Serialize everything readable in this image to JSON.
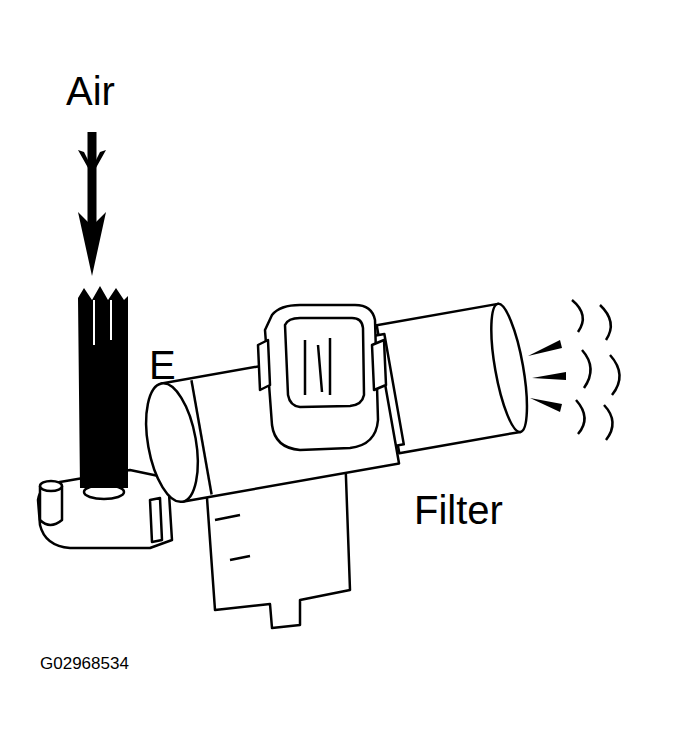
{
  "diagram": {
    "labels": [
      "Air",
      "E",
      "Filter",
      "G02968534"
    ]
  }
}
